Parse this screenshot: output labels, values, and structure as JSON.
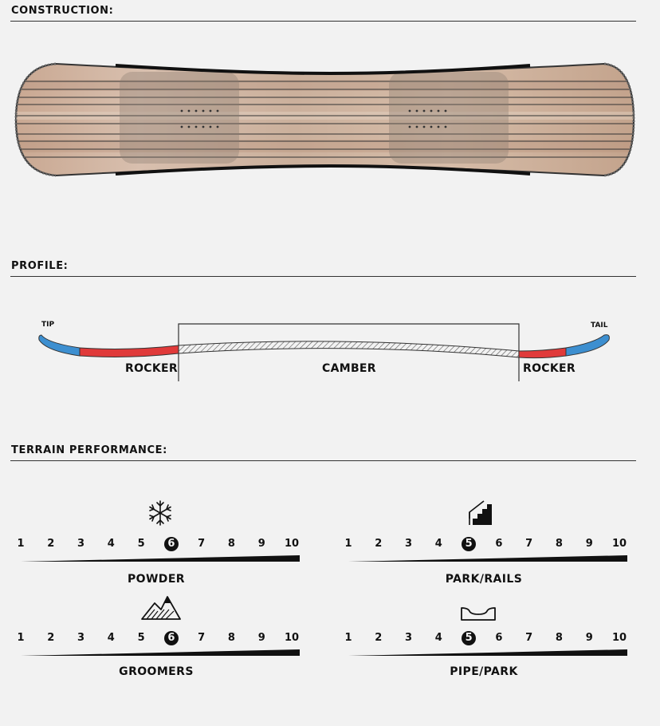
{
  "sections": {
    "construction": "CONSTRUCTION:",
    "profile": "PROFILE:",
    "terrain": "TERRAIN PERFORMANCE:"
  },
  "profile": {
    "tip": "TIP",
    "tail": "TAIL",
    "rocker_left": "ROCKER",
    "camber": "CAMBER",
    "rocker_right": "ROCKER",
    "colors": {
      "rocker": "#e03a3a",
      "tip_tail": "#3d8fd0",
      "camber_hatch": "#555555"
    }
  },
  "terrain": {
    "scale": [
      "1",
      "2",
      "3",
      "4",
      "5",
      "6",
      "7",
      "8",
      "9",
      "10"
    ],
    "ratings": [
      {
        "name": "POWDER",
        "value": 6,
        "icon": "snowflake-icon"
      },
      {
        "name": "PARK/RAILS",
        "value": 5,
        "icon": "stairs-rail-icon"
      },
      {
        "name": "GROOMERS",
        "value": 6,
        "icon": "mountains-icon"
      },
      {
        "name": "PIPE/PARK",
        "value": 5,
        "icon": "halfpipe-icon"
      }
    ]
  },
  "colors": {
    "board_wood": "#c9ad96",
    "board_edge": "#222222",
    "background": "#f2f2f2"
  }
}
